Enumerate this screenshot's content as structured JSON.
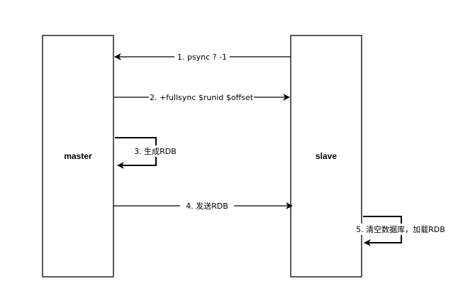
{
  "lifelines": {
    "master": {
      "label": "master"
    },
    "slave": {
      "label": "slave"
    }
  },
  "messages": [
    {
      "label": "1. psync ? -1",
      "from": "slave",
      "to": "master"
    },
    {
      "label": "2. +fullsync $runid $offset",
      "from": "master",
      "to": "slave"
    },
    {
      "label": "3. 生成RDB",
      "from": "master",
      "to": "master"
    },
    {
      "label": "4. 发送RDB",
      "from": "master",
      "to": "slave"
    },
    {
      "label": "5. 清空数据库，加载RDB",
      "from": "slave",
      "to": "slave"
    }
  ]
}
